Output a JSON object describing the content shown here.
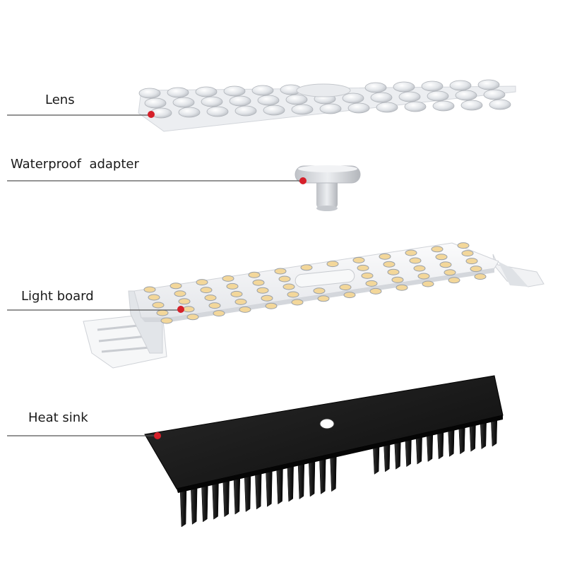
{
  "diagram": {
    "labels": {
      "lens": "Lens",
      "adapter": "Waterproof  adapter",
      "light_board": "Light board",
      "heat_sink": "Heat sink"
    },
    "colors": {
      "marker": "#d6202a",
      "leader_line": "#555555",
      "heat_sink": "#161616",
      "light_board": "#f4f5f7",
      "led": "#f3d79a",
      "lens": "#e6e8ec",
      "adapter": "#d7d9de"
    }
  }
}
